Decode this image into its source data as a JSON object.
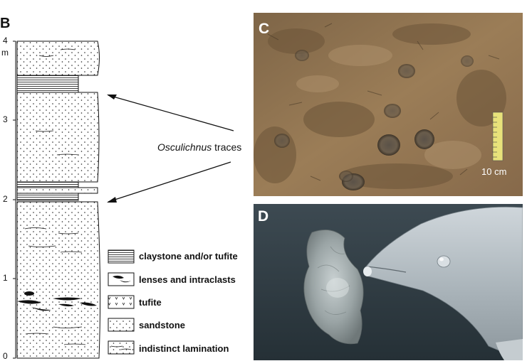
{
  "panels": {
    "b": "B",
    "c": "C",
    "d": "D"
  },
  "axis": {
    "ticks": [
      "4",
      "3",
      "2",
      "1",
      "0"
    ],
    "unit": "m"
  },
  "annotation": {
    "italic": "Osculichnus",
    "rest": " traces"
  },
  "legend": [
    {
      "label": "claystone and/or tufite",
      "pattern": "lines"
    },
    {
      "label": "lenses and intraclasts",
      "pattern": "lenses"
    },
    {
      "label": "tufite",
      "pattern": "v-marks"
    },
    {
      "label": "sandstone",
      "pattern": "dots"
    },
    {
      "label": "indistinct lamination",
      "pattern": "dashes"
    }
  ],
  "photo_c": {
    "scale_label": "10 cm"
  },
  "colors": {
    "sediment": "#9a7a55",
    "render_bg": "#2f3a40",
    "dolphin": "#b8c0c6"
  }
}
